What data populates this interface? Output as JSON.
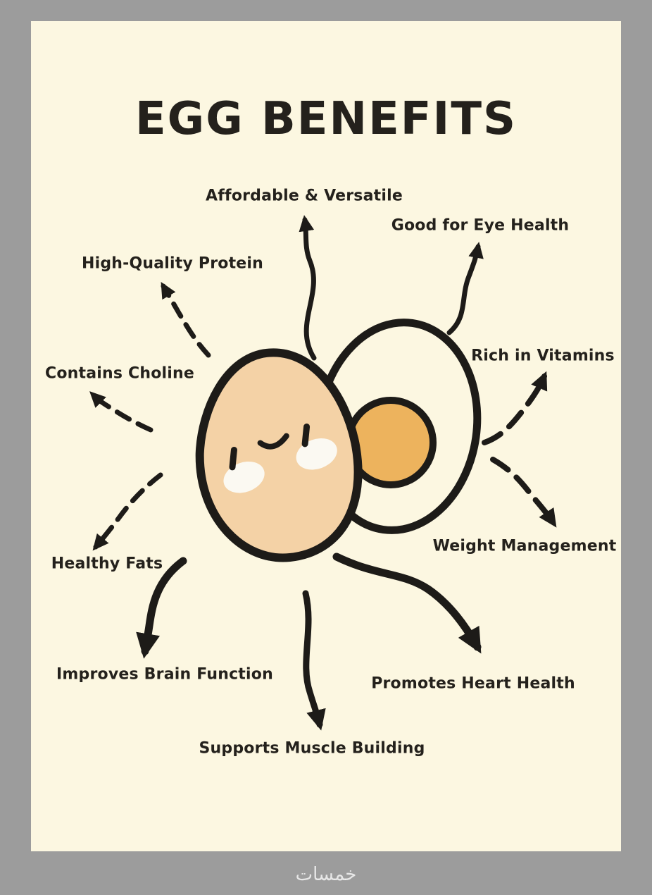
{
  "poster": {
    "title": "EGG BENEFITS",
    "background_color": "#fcf7e1",
    "frame_color": "#9c9c9c",
    "text_color": "#24211c"
  },
  "illustration": {
    "name": "cartoon-egg-with-halved-boiled-egg",
    "egg_fill": "#f4d2a6",
    "yolk_fill": "#edb35d",
    "outline_color": "#1d1b18"
  },
  "benefits": [
    {
      "label": "Affordable & Versatile"
    },
    {
      "label": "Good for Eye Health"
    },
    {
      "label": "High-Quality Protein"
    },
    {
      "label": "Rich in Vitamins"
    },
    {
      "label": "Contains Choline"
    },
    {
      "label": "Weight Management"
    },
    {
      "label": "Healthy Fats"
    },
    {
      "label": "Improves Brain Function"
    },
    {
      "label": "Promotes Heart Health"
    },
    {
      "label": "Supports Muscle Building"
    }
  ],
  "watermark": "خمسات"
}
